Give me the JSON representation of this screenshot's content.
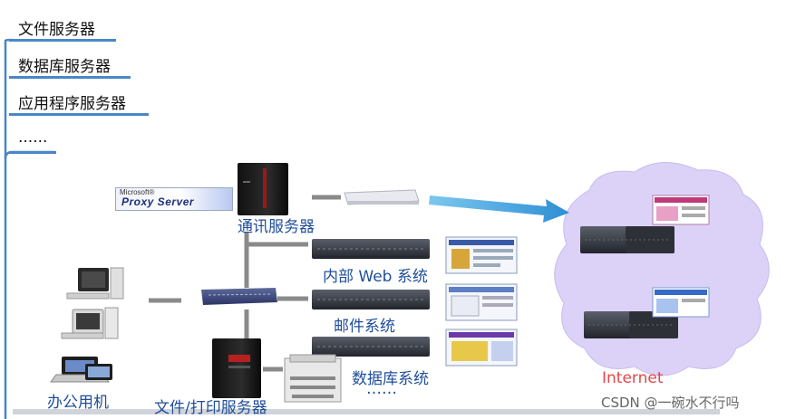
{
  "tree": {
    "items": [
      {
        "label": "文件服务器"
      },
      {
        "label": "数据库服务器"
      },
      {
        "label": "应用程序服务器"
      },
      {
        "label": "......"
      }
    ]
  },
  "diagram": {
    "proxy_logo": {
      "brand": "Microsoft®",
      "product": "Proxy Server"
    },
    "comm_server": "通讯服务器",
    "web_system": "内部 Web 系统",
    "mail_system": "邮件系统",
    "db_system": "数据库系统",
    "more": "……",
    "office_pc": "办公用机",
    "file_print_server": "文件/打印服务器",
    "internet": "Internet"
  },
  "watermark": "CSDN @一碗水不行吗",
  "colors": {
    "accent": "#4a86c8",
    "label": "#1f4e9a",
    "internet": "#e04848",
    "arrow": "#3aa0dc",
    "cloud": "#dcd2f7"
  }
}
